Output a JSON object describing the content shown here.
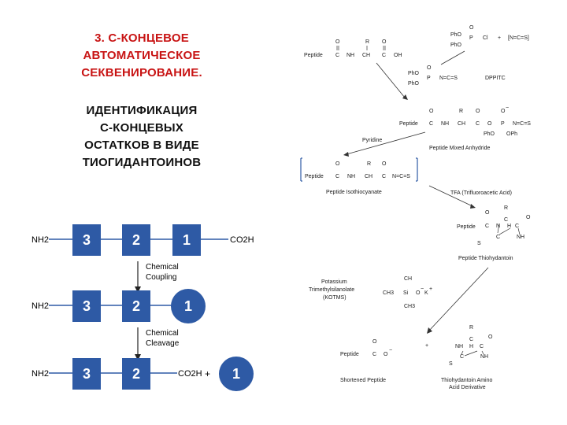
{
  "title_red": [
    "3. С-КОНЦЕВОЕ",
    "АВТОМАТИЧЕСКОЕ",
    "СЕКВЕНИРОВАНИЕ."
  ],
  "title_black": [
    "ИДЕНТИФИКАЦИЯ",
    "С-КОНЦЕВЫХ",
    "ОСТАТКОВ В ВИДЕ",
    "ТИОГИДАНТОИНОВ"
  ],
  "colors": {
    "box": "#2e5aa5",
    "line": "#2e5aa5",
    "title_red": "#c81414"
  },
  "scheme": {
    "nh2": "NH2",
    "co2h": "CO2H",
    "row1": [
      "3",
      "2",
      "1"
    ],
    "row2": [
      "3",
      "2",
      "1"
    ],
    "row3": [
      "3",
      "2",
      "1"
    ],
    "step1": [
      "Chemical",
      "Coupling"
    ],
    "step2": [
      "Chemical",
      "Cleavage"
    ],
    "plus": "+"
  },
  "mechanism": {
    "peptide": "Peptide",
    "o": "O",
    "r": "R",
    "c": "C",
    "ch": "CH",
    "nh": "NH",
    "n": "N",
    "h": "H",
    "s": "S",
    "oh": "OH",
    "p": "P",
    "cl": "Cl",
    "pho": "PhO",
    "oph": "OPh",
    "ncs": "N=C=S",
    "ncs_bracket": "[N=C=S]",
    "plus": "+",
    "minus": "−",
    "dppitc": "DPPITC",
    "pyridine": "Pyridine",
    "mixed_anhydride": "Peptide Mixed Anhydride",
    "isothiocyanate": "Peptide Isothiocyanate",
    "tfa": "TFA (Trifluoroacetic Acid)",
    "thiohydantoin": "Peptide Thiohydantoin",
    "kotms": [
      "Potassium",
      "Trimethylsilanolate",
      "(KOTMS)"
    ],
    "ch3": "CH3",
    "si": "Si",
    "k": "K",
    "shortened": "Shortened Peptide",
    "aa_derivative": [
      "Thiohydantoin Amino",
      "Acid Derivative"
    ]
  }
}
